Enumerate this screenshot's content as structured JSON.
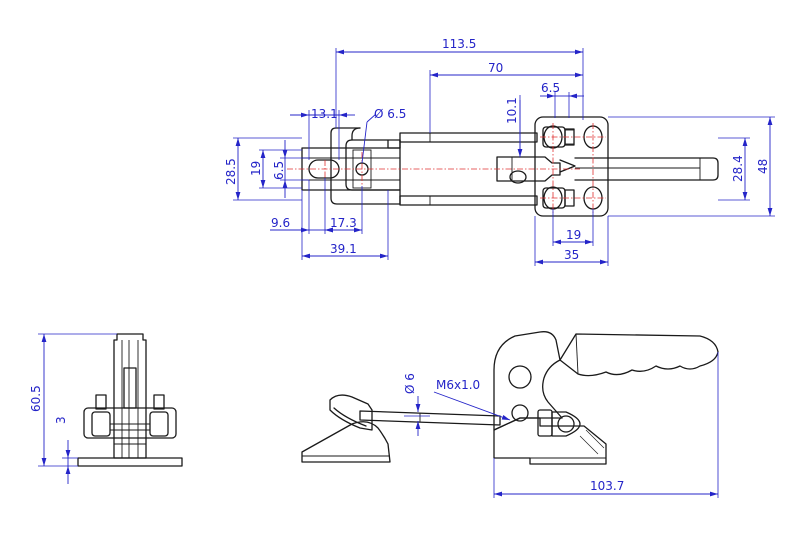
{
  "top_view": {
    "dim_113_5": "113.5",
    "dim_70": "70",
    "dim_6_5_top": "6.5",
    "dim_10_1": "10.1",
    "dim_13_1": "13.1",
    "dim_dia_6_5": "Ø 6.5",
    "dim_28_5": "28.5",
    "dim_19_left": "19",
    "dim_6_5_left": "6.5",
    "dim_9_6": "9.6",
    "dim_17_3": "17.3",
    "dim_39_1": "39.1",
    "dim_19_bottom": "19",
    "dim_35": "35",
    "dim_28_4": "28.4",
    "dim_48": "48"
  },
  "front_view": {
    "dim_60_5": "60.5",
    "dim_3": "3"
  },
  "side_view": {
    "dim_dia_6": "Ø 6",
    "dim_thread": "M6x1.0",
    "dim_103_7": "103.7"
  },
  "colors": {
    "outline": "#1a1a1a",
    "dimension": "#2424c8",
    "centerline": "#e03030"
  }
}
